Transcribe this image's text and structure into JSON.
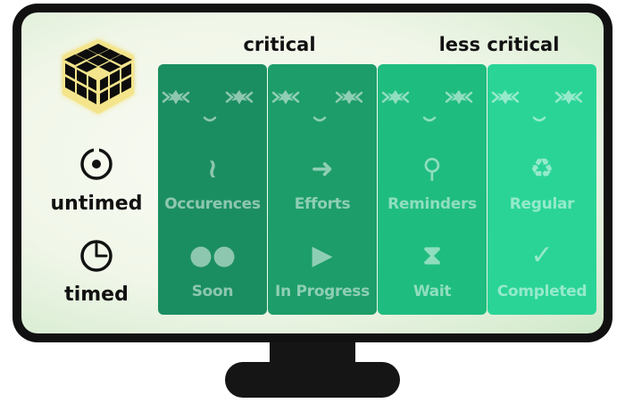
{
  "headers": {
    "critical": "critical",
    "less_critical": "less critical"
  },
  "legend": {
    "cube_icon": "rubiks-cube-icon",
    "untimed": {
      "icon": "target-icon",
      "label": "untimed"
    },
    "timed": {
      "icon": "clock-icon",
      "label": "timed"
    }
  },
  "columns": [
    {
      "color": "#1b8e61",
      "top": {
        "icon": "squiggle-icon",
        "glyph": "≀",
        "label": "Occurences"
      },
      "bottom": {
        "icon": "two-dots-icon",
        "glyph": "●●",
        "label": "Soon"
      }
    },
    {
      "color": "#1d9d69",
      "top": {
        "icon": "arrow-right-icon",
        "glyph": "➜",
        "label": "Efforts"
      },
      "bottom": {
        "icon": "play-icon",
        "glyph": "▶",
        "label": "In Progress"
      }
    },
    {
      "color": "#1fbc7f",
      "top": {
        "icon": "pin-icon",
        "glyph": "⚲",
        "label": "Reminders"
      },
      "bottom": {
        "icon": "hourglass-icon",
        "glyph": "⧗",
        "label": "Wait"
      }
    },
    {
      "color": "#2ad497",
      "top": {
        "icon": "recycle-icon",
        "glyph": "♻",
        "label": "Regular"
      },
      "bottom": {
        "icon": "checkmark-icon",
        "glyph": "✓",
        "label": "Completed"
      }
    }
  ]
}
